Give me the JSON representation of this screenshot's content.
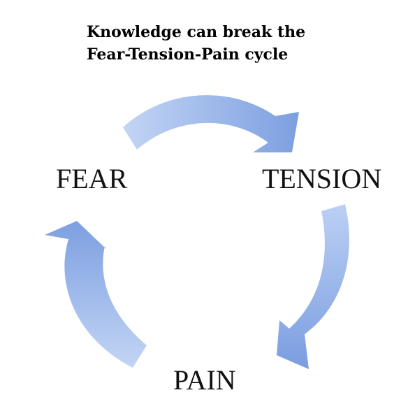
{
  "title": {
    "line1": "Knowledge can break the",
    "line2": "Fear-Tension-Pain cycle"
  },
  "nodes": {
    "fear": "FEAR",
    "tension": "TENSION",
    "pain": "PAIN"
  },
  "colors": {
    "arrow_light": "#b9cef3",
    "arrow_dark": "#7d9fe0",
    "text": "#111111"
  }
}
